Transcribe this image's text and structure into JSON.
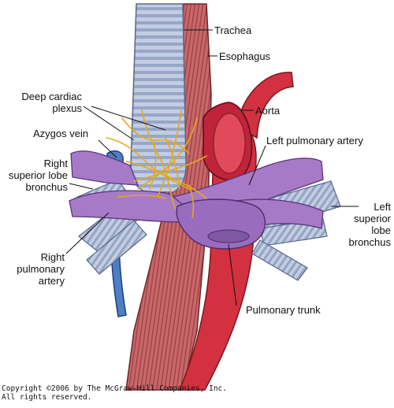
{
  "labels": {
    "trachea": "Trachea",
    "esophagus": "Esophagus",
    "deep_cardiac_plexus": [
      "Deep cardiac",
      "plexus"
    ],
    "aorta": "Aorta",
    "azygos_vein": "Azygos vein",
    "left_pulmonary_artery": "Left pulmonary artery",
    "right_superior_lobe_bronchus": [
      "Right",
      "superior lobe",
      "bronchus"
    ],
    "left_superior_lobe_bronchus": [
      "Left",
      "superior",
      "lobe",
      "bronchus"
    ],
    "right_pulmonary_artery": [
      "Right",
      "pulmonary",
      "artery"
    ],
    "pulmonary_trunk": "Pulmonary trunk"
  },
  "copyright": {
    "line1": "Copyright ©2006 by The McGraw-Hill Companies, Inc.",
    "line2": "All rights reserved."
  },
  "colors": {
    "trachea": "#b8c4dc",
    "trachea_ring": "#8e9cc0",
    "esophagus": "#c25a5e",
    "aorta": "#d3313f",
    "pulmonary_artery": "#a77ac8",
    "azygos_vein": "#4d7ec6",
    "nerve": "#e2a91e",
    "bronchus": "#b3c0d7"
  }
}
